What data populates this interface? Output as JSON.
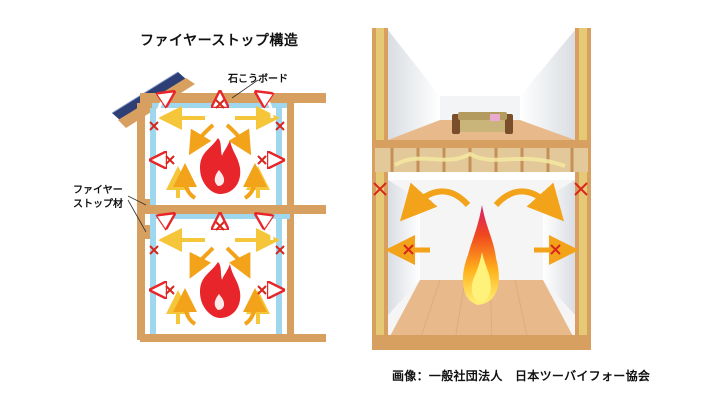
{
  "title": "ファイヤーストップ構造",
  "labels": {
    "gypsum_board": "石こうボード",
    "firestop_line1": "ファイヤー",
    "firestop_line2": "ストップ材"
  },
  "credit": "画像：一般社団法人　日本ツーバイフォー協会",
  "colors": {
    "wood": "#d8a060",
    "stud": "#9fd8ee",
    "flame": "#e8252a",
    "arrow_orange": "#f3a31a",
    "arrow_yellow": "#f8d24a",
    "cross": "#d9261c",
    "insulation": "#e9d37a",
    "floor": "#e8b98a"
  }
}
